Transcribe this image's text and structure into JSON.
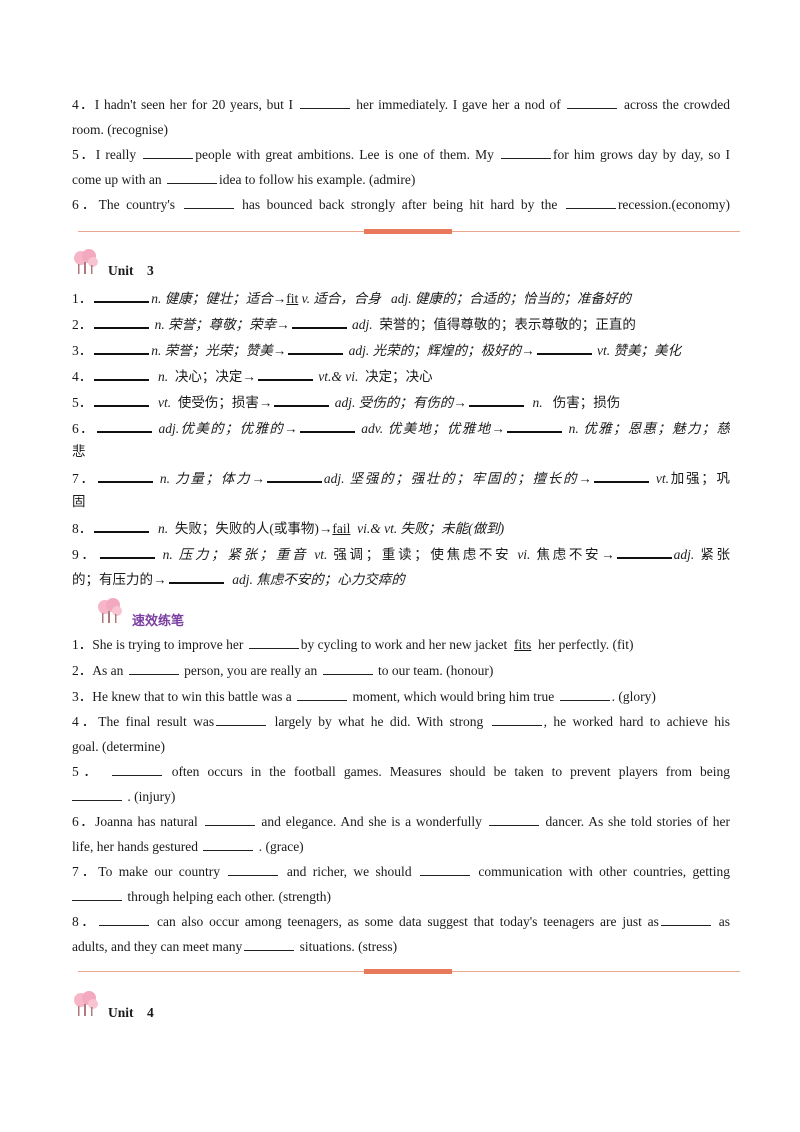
{
  "top_exercises": [
    {
      "n": "4．",
      "a": "I hadn't seen her for 20 years, but I",
      "b": "her immediately. I gave her a nod of",
      "c": "across the crowded"
    },
    {
      "text": "room. (recognise)"
    },
    {
      "n": "5．",
      "a": "I really",
      "b": "people with great ambitions. Lee is one of them. My",
      "c": "for him grows day by day, so I"
    },
    {
      "a": "come up with an",
      "b": "idea to follow his example. (admire)"
    },
    {
      "n": "6．",
      "a": "The country's",
      "b": "has bounced back strongly after being hit hard by the",
      "c": "recession.(economy)"
    }
  ],
  "unit3": {
    "label": "Unit",
    "number": "3",
    "vocab": {
      "l1": {
        "n": "1．",
        "a": "n. 健康；健壮；适合→",
        "fit": "fit",
        "b": "v. 适合，合身",
        "c": "adj. 健康的；合适的；恰当的；准备好的"
      },
      "l2": {
        "n": "2．",
        "a": "n. 荣誉；尊敬；荣幸→",
        "b": "adj.",
        "c": "荣誉的；值得尊敬的；表示尊敬的；正直的"
      },
      "l3": {
        "n": "3．",
        "a": "n. 荣誉；光荣；赞美→",
        "b": "adj. 光荣的；辉煌的；极好的→",
        "c": "vt. 赞美；美化"
      },
      "l4": {
        "n": "4．",
        "a": "n.",
        "b": "决心；决定→",
        "c": "vt.& vi.",
        "d": "决定；决心"
      },
      "l5": {
        "n": "5．",
        "a": "vt.",
        "b": "使受伤；损害→",
        "c": "adj. 受伤的；有伤的→",
        "d": "n.",
        "e": "伤害；损伤"
      },
      "l6": {
        "n": "6．",
        "a": "adj.优美的；优雅的→",
        "b": "adv. 优美地；优雅地→",
        "c": "n. 优雅；恩惠；魅力；慈"
      },
      "l6b": "悲",
      "l7": {
        "n": "7．",
        "a": "n. 力量；体力→",
        "b": "adj. 坚强的；强壮的；牢固的；擅长的→",
        "c": "vt.",
        "d": "加强；巩"
      },
      "l7b": "固",
      "l8": {
        "n": "8．",
        "a": "n.",
        "b": "失败；失败的人(或事物)→",
        "fail": "fail",
        "c": "vi.& vt. 失败；未能(做到)"
      },
      "l9": {
        "n": "9．",
        "a": "n. 压力；紧张；重音",
        "b": "vt.",
        "c": "强调；重读；使焦虑不安",
        "d": "vi.",
        "e": "焦虑不安→",
        "f": "adj.",
        "g": "紧张"
      },
      "l9b": {
        "a": "的；有压力的→",
        "b": "adj. 焦虑不安的；心力交瘁的"
      }
    },
    "practice_title": "速效练笔",
    "practice": {
      "p1": {
        "n": "1．",
        "a": "She is trying to improve her",
        "b": "by cycling to work and her new jacket",
        "fits": "fits",
        "c": "her perfectly. (fit)"
      },
      "p2": {
        "n": "2．",
        "a": "As an",
        "b": "person, you are really an",
        "c": "to our team. (honour)"
      },
      "p3": {
        "n": "3．",
        "a": "He knew that to win this battle was a",
        "b": "moment, which would bring him true",
        "c": ". (glory)"
      },
      "p4": {
        "n": "4．",
        "a": "The final result was",
        "b": "largely by what he did. With strong",
        "c": ",  he worked hard to achieve his"
      },
      "p4b": "goal. (determine)",
      "p5": {
        "n": "5．",
        "a": "often occurs in the football games. Measures should be taken to prevent players from being"
      },
      "p5b": ". (injury)",
      "p6": {
        "n": "6．",
        "a": "Joanna has natural",
        "b": "and elegance. And she is a wonderfully",
        "c": "dancer. As she told stories of her"
      },
      "p6b": {
        "a": "life, her hands gestured",
        "b": ". (grace)"
      },
      "p7": {
        "n": "7．",
        "a": "To make our country",
        "b": "and richer, we should",
        "c": "communication with other countries, getting"
      },
      "p7b": "through helping each other. (strength)",
      "p8": {
        "n": "8．",
        "a": "can also occur among teenagers, as some data suggest that today's teenagers are just as",
        "b": "as"
      },
      "p8b": {
        "a": "adults, and they can meet many",
        "b": "situations. (stress)"
      }
    }
  },
  "unit4": {
    "label": "Unit",
    "number": "4"
  },
  "colors": {
    "divider": "#e9a78f",
    "divider_accent": "#e8795a",
    "practice_title": "#7b3fa1",
    "tree": "#f3a9c0"
  }
}
